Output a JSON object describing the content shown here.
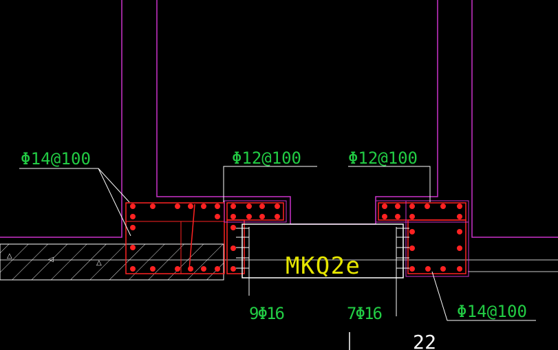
{
  "labels": {
    "rebar_left": "Φ14@100",
    "rebar_mid_left": "Φ12@100",
    "rebar_mid_right": "Φ12@100",
    "rebar_right": "Φ14@100",
    "beam_tag": "MKQ2e",
    "bars_left": "9Φ16",
    "bars_right": "7Φ16",
    "dim_bottom": "22"
  },
  "colors": {
    "background": "#000000",
    "wall_outline": "#cc33cc",
    "rebar": "#ff2222",
    "leader": "#ffffff",
    "text_green": "#22cc44",
    "text_yellow": "#e6e600",
    "slab_hatch": "#ffffff"
  }
}
